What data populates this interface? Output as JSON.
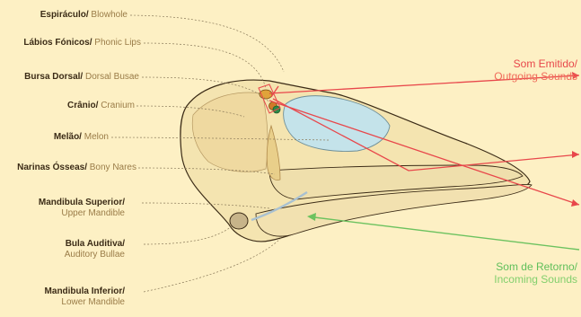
{
  "labels": [
    {
      "pt": "Espiráculo/",
      "en": "Blowhole"
    },
    {
      "pt": "Lábios Fónicos/",
      "en": "Phonic Lips"
    },
    {
      "pt": "Bursa Dorsal/",
      "en": "Dorsal Busae"
    },
    {
      "pt": "Crânio/",
      "en": "Cranium"
    },
    {
      "pt": "Melão/",
      "en": "Melon"
    },
    {
      "pt": "Narinas Ósseas/",
      "en": "Bony Nares"
    },
    {
      "pt": "Mandibula Superior/",
      "en": "Upper Mandible"
    },
    {
      "pt": "Bula Auditiva/",
      "en": "Auditory Bullae"
    },
    {
      "pt": "Mandibula Inferior/",
      "en": "Lower Mandible"
    }
  ],
  "outgoing": {
    "line1": "Som Emitido/",
    "line2": "Outgoing Sounds"
  },
  "incoming": {
    "line1": "Som de Retorno/",
    "line2": "Incoming Sounds"
  },
  "colors": {
    "background": "#fdf0c4",
    "skull_fill": "#f4e4b0",
    "skull_stroke": "#3b2b16",
    "melon": "#c4e3ea",
    "outgoing": "#e8474b",
    "incoming": "#6cc25f",
    "leader": "#8a7a5a"
  }
}
